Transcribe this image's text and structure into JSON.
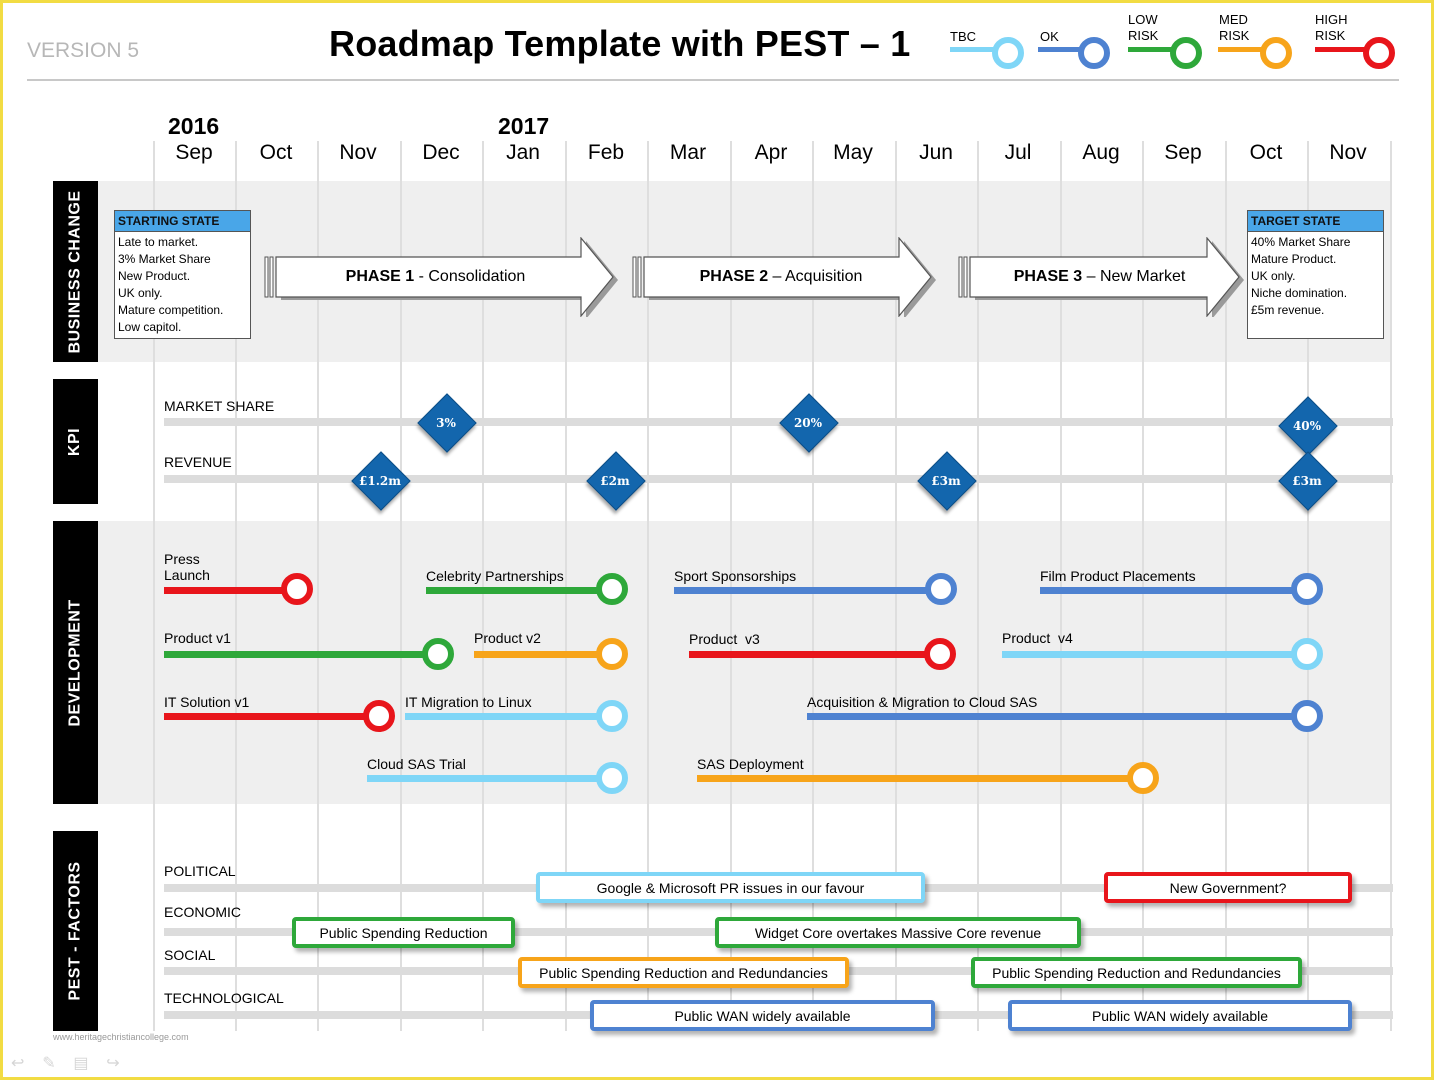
{
  "header": {
    "version": "VERSION 5",
    "title": "Roadmap Template with PEST – 1"
  },
  "legend": [
    {
      "label": "TBC",
      "color": "#7fd6f7"
    },
    {
      "label": "OK",
      "color": "#4e82d1"
    },
    {
      "label": "LOW\nRISK",
      "color": "#2ea83a"
    },
    {
      "label": "MED\nRISK",
      "color": "#f7a41a"
    },
    {
      "label": "HIGH\nRISK",
      "color": "#e8151b"
    }
  ],
  "timeline": {
    "years": [
      "2016",
      "2017"
    ],
    "months": [
      "Sep",
      "Oct",
      "Nov",
      "Dec",
      "Jan",
      "Feb",
      "Mar",
      "Apr",
      "May",
      "Jun",
      "Jul",
      "Aug",
      "Sep",
      "Oct",
      "Nov"
    ]
  },
  "sections": {
    "business_change": "BUSINESS CHANGE",
    "kpi": "KPI",
    "development": "DEVELOPMENT",
    "pest": "PEST - FACTORS"
  },
  "business_change": {
    "starting_state": {
      "title": "STARTING STATE",
      "lines": [
        "Late to market.",
        "3% Market Share",
        "New Product.",
        "UK only.",
        "Mature competition.",
        "Low capitol."
      ]
    },
    "target_state": {
      "title": "TARGET STATE",
      "lines": [
        "40% Market Share",
        "Mature Product.",
        "UK only.",
        "Niche domination.",
        "£5m revenue."
      ]
    },
    "phases": [
      {
        "bold": "PHASE 1",
        "rest": " - Consolidation"
      },
      {
        "bold": "PHASE 2",
        "rest": " – Acquisition"
      },
      {
        "bold": "PHASE 3",
        "rest": " – New Market"
      }
    ]
  },
  "kpi": {
    "market_share": {
      "label": "MARKET SHARE",
      "milestones": [
        "3%",
        "20%",
        "40%"
      ]
    },
    "revenue": {
      "label": "REVENUE",
      "milestones": [
        "£1.2m",
        "£2m",
        "£3m",
        "£3m"
      ]
    }
  },
  "development": {
    "items": [
      {
        "label": "Press\nLaunch",
        "status": "HIGH RISK",
        "color": "#e8151b"
      },
      {
        "label": "Celebrity Partnerships",
        "status": "LOW RISK",
        "color": "#2ea83a"
      },
      {
        "label": "Sport Sponsorships",
        "status": "OK",
        "color": "#4e82d1"
      },
      {
        "label": "Film Product Placements",
        "status": "OK",
        "color": "#4e82d1"
      },
      {
        "label": "Product v1",
        "status": "LOW RISK",
        "color": "#2ea83a"
      },
      {
        "label": "Product v2",
        "status": "MED RISK",
        "color": "#f7a41a"
      },
      {
        "label": "Product  v3",
        "status": "HIGH RISK",
        "color": "#e8151b"
      },
      {
        "label": "Product  v4",
        "status": "TBC",
        "color": "#7fd6f7"
      },
      {
        "label": "IT Solution v1",
        "status": "HIGH RISK",
        "color": "#e8151b"
      },
      {
        "label": "IT Migration to Linux",
        "status": "TBC",
        "color": "#7fd6f7"
      },
      {
        "label": "Acquisition & Migration to Cloud SAS",
        "status": "OK",
        "color": "#4e82d1"
      },
      {
        "label": "Cloud SAS Trial",
        "status": "TBC",
        "color": "#7fd6f7"
      },
      {
        "label": "SAS Deployment",
        "status": "MED RISK",
        "color": "#f7a41a"
      }
    ]
  },
  "pest": {
    "rows": {
      "political": "POLITICAL",
      "economic": "ECONOMIC",
      "social": "SOCIAL",
      "technological": "TECHNOLOGICAL"
    },
    "items": [
      {
        "text": "Google & Microsoft PR issues in our favour",
        "color": "#7fd6f7"
      },
      {
        "text": "New Government?",
        "color": "#e8151b"
      },
      {
        "text": "Public Spending Reduction",
        "color": "#2ea83a"
      },
      {
        "text": "Widget Core overtakes Massive Core revenue",
        "color": "#2ea83a"
      },
      {
        "text": "Public Spending Reduction and Redundancies",
        "color": "#f7a41a"
      },
      {
        "text": "Public Spending Reduction and Redundancies",
        "color": "#2ea83a"
      },
      {
        "text": "Public WAN widely available",
        "color": "#4e82d1"
      },
      {
        "text": "Public WAN widely available",
        "color": "#4e82d1"
      }
    ]
  },
  "footer": {
    "watermark": "www.heritagechristiancollege.com"
  }
}
